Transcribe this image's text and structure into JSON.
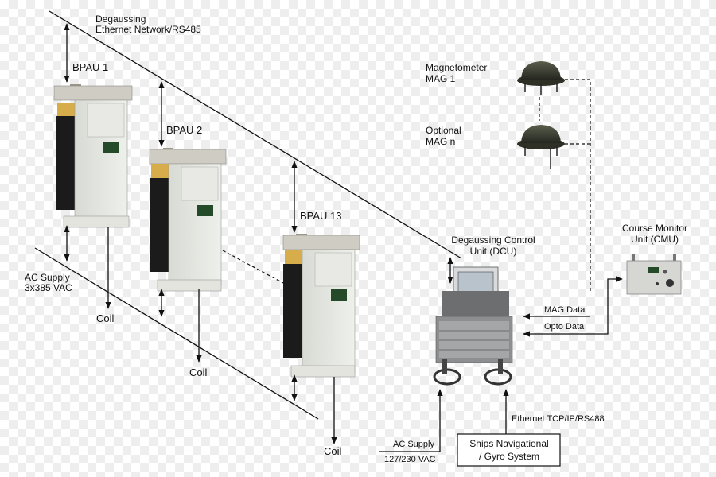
{
  "labels": {
    "network_line1": "Degaussing",
    "network_line2": "Ethernet Network/RS485",
    "bpau1": "BPAU 1",
    "bpau2": "BPAU 2",
    "bpau13": "BPAU 13",
    "ac_supply_line1": "AC Supply",
    "ac_supply_line2": "3x385 VAC",
    "coil": "Coil",
    "mag1_line1": "Magnetometer",
    "mag1_line2": "MAG 1",
    "magn_line1": "Optional",
    "magn_line2": "MAG n",
    "dcu_line1": "Degaussing Control",
    "dcu_line2": "Unit (DCU)",
    "cmu_line1": "Course Monitor",
    "cmu_line2": "Unit (CMU)",
    "mag_data": "MAG Data",
    "opto_data": "Opto Data",
    "ac_supply2_line1": "AC Supply",
    "ac_supply2_line2": "127/230 VAC",
    "ethernet": "Ethernet TCP/IP/RS488",
    "nav_line1": "Ships Navigational",
    "nav_line2": "/ Gyro System"
  },
  "colors": {
    "cabinet_body": "#e6e8e3",
    "cabinet_dark": "#1b1b1b",
    "cabinet_top": "#c9c7bd",
    "brass": "#d7ad4c",
    "display": "#244a2a",
    "magnetometer": "#3a3d30",
    "dcu_frame": "#8c8e90",
    "cmu_box": "#d6d7d3"
  }
}
